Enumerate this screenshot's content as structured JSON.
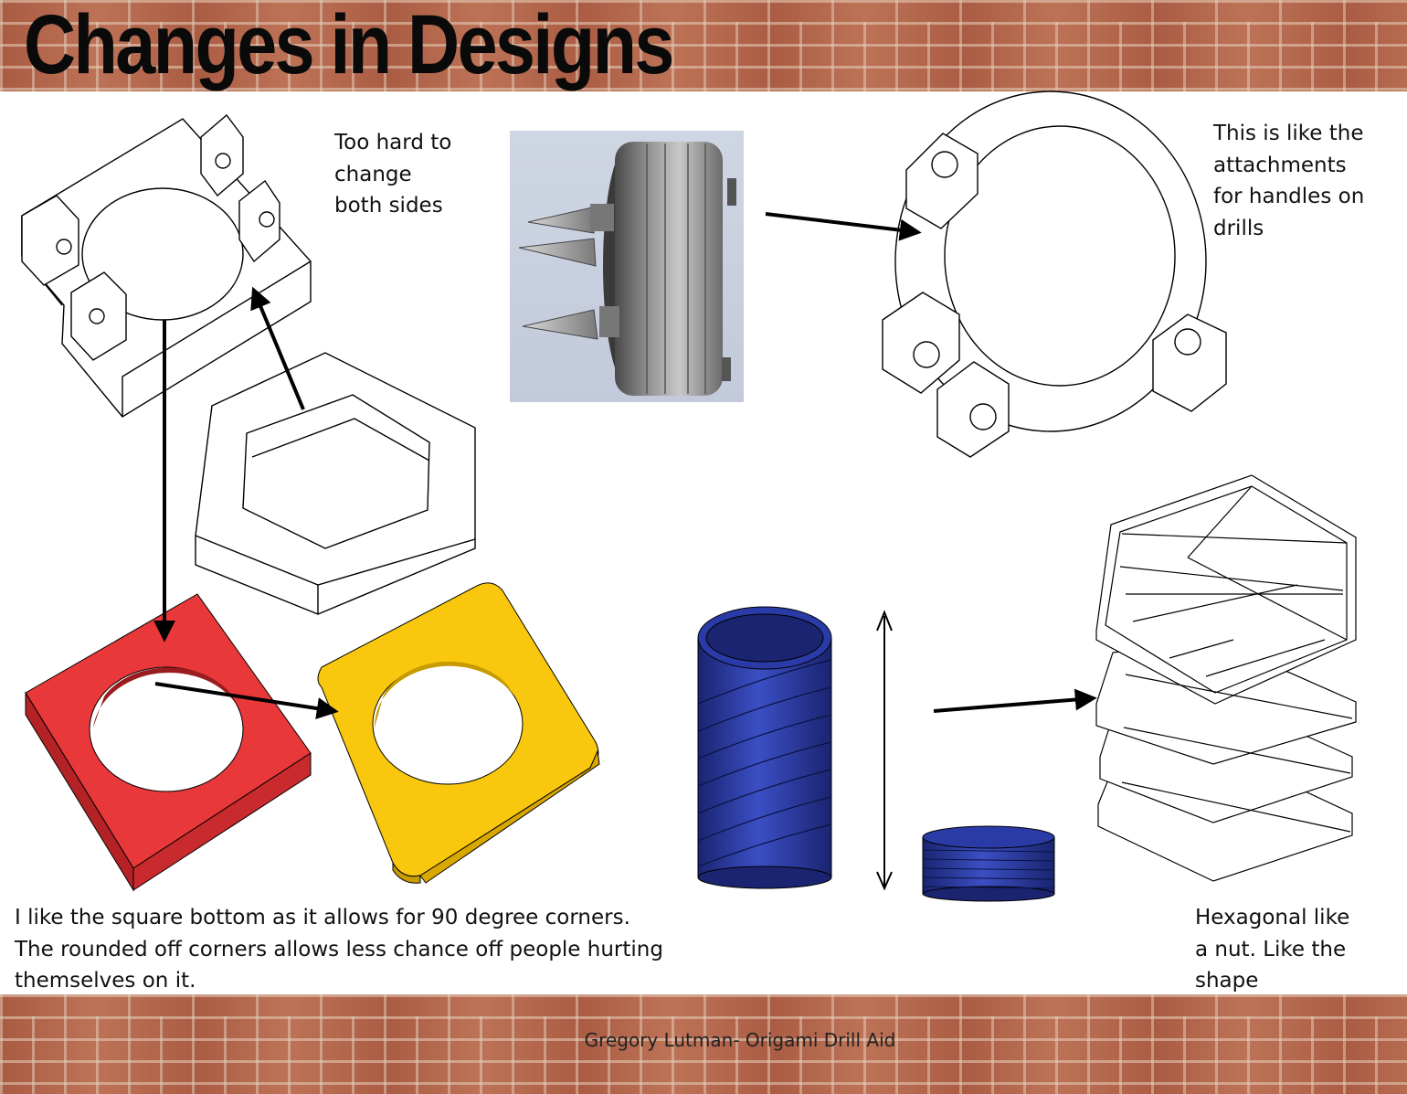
{
  "header": {
    "title": "Changes in Designs"
  },
  "notes": {
    "too_hard": "Too hard to\nchange\nboth sides",
    "handles": "This is like the\nattachments\nfor handles on\ndrills",
    "square_bottom": "I like the square bottom as it allows for 90 degree corners.\nThe rounded off corners allows less chance off people hurting\nthemselves on it.",
    "hexagonal": "Hexagonal like\na nut. Like the\nshape"
  },
  "footer": {
    "credit": "Gregory Lutman- Origami Drill Aid"
  },
  "colors": {
    "red_part": "#e8383a",
    "yellow_part": "#f9c80e",
    "blue_part": "#2b3a9e",
    "brick": "#b9694f"
  },
  "icons": {
    "arrows": "arrow-icon"
  }
}
